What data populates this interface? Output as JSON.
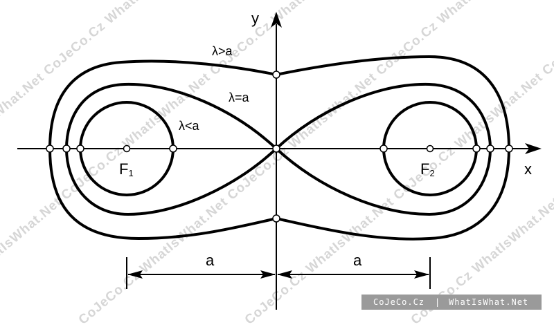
{
  "diagram": {
    "axis_x_label": "x",
    "axis_y_label": "y",
    "focus_left_letter": "F",
    "focus_left_index": "1",
    "focus_right_letter": "F",
    "focus_right_index": "2",
    "curve_outer_label": "λ>a",
    "curve_middle_label": "λ=a",
    "curve_inner_label": "λ<a",
    "dimension_left_label": "a",
    "dimension_right_label": "a"
  },
  "watermark": {
    "text": "CoJeCo.Cz WhatIsWhat.Net",
    "badge_left": "CoJeCo.Cz",
    "badge_separator": "|",
    "badge_right": "WhatIsWhat.Net"
  }
}
